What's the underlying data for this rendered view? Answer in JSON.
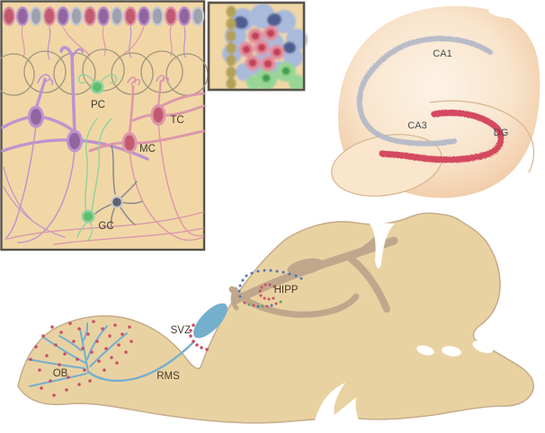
{
  "figure": {
    "ob_circuit_panel": {
      "labels": {
        "pc": "PC",
        "tc": "TC",
        "mc": "MC",
        "gc": "GC"
      }
    },
    "glomerulus_inset_panel": {},
    "hippocampus_inset": {
      "labels": {
        "ca1": "CA1",
        "ca3": "CA3",
        "dg": "DG"
      }
    },
    "sagittal_brain": {
      "labels": {
        "ob": "OB",
        "rms": "RMS",
        "svz": "SVZ",
        "hipp": "HIPP"
      }
    }
  },
  "colors": {
    "page_bg": "#ffffff",
    "panel_bg": "#f1d7a6",
    "panel_border": "#57534c",
    "brain_fill": "#e9d2a2",
    "brain_outline": "#c7ad8c",
    "brain_inner": "#c0a78c",
    "blue": "#74afce",
    "blue_dot": "#4f74b4",
    "green_dot": "#59a85f",
    "red": "#c94f66",
    "gray_band": "#b8bcc8",
    "dg_red": "#d4495f",
    "inset_line": "#d9b48e",
    "purple_dark": "#91659f",
    "purple_light": "#bd93cf",
    "pink_dark": "#c25a70",
    "pink_light": "#dd97ab",
    "gray_cell_dark": "#9fa2ae",
    "gray_cell_light": "#c6c8d2",
    "green_bright": "#5fbe6b",
    "green_light": "#8fd3a0",
    "glom_stroke": "#a2967e",
    "neuron_gray": "#83838d",
    "olive": "#b2a158",
    "blue_blob": "#a9badb",
    "darkblue_cell": "#4d5f91",
    "red_cell_outer": "#e2909f",
    "red_cell_inner": "#c23f55",
    "green_blob": "#97d694",
    "green_cell_inner": "#3f9e4f",
    "label_dark": "#3e3a2f",
    "label_brown": "#4a3b2c",
    "label_gray": "#4a4a4f"
  }
}
